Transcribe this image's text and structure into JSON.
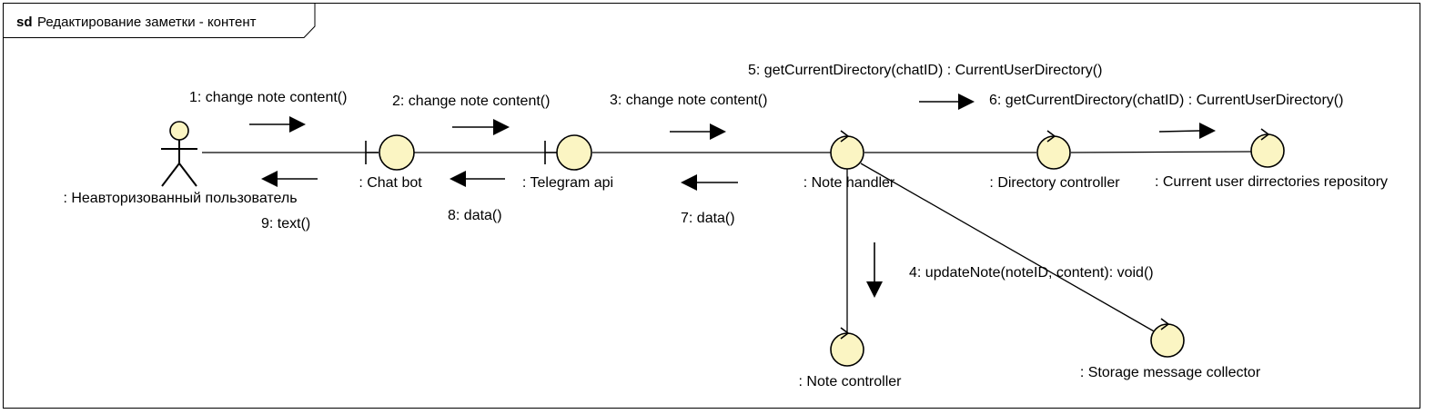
{
  "frame": {
    "keyword": "sd",
    "title": "Редактирование заметки - контент"
  },
  "lifelines": {
    "user": ": Неавторизованный пользователь",
    "chat_bot": ": Chat bot",
    "telegram_api": ": Telegram api",
    "note_handler": ": Note handler",
    "directory_controller": ": Directory controller",
    "current_user_dirs_repo": ": Current user dirrectories repository",
    "note_controller": ": Note controller",
    "storage_message_collector": ": Storage message collector"
  },
  "messages": {
    "m1": "1: change note content()",
    "m2": "2: change note content()",
    "m3": "3: change note content()",
    "m4": "4: updateNote(noteID, content): void()",
    "m5": "5: getCurrentDirectory(chatID) : CurrentUserDirectory()",
    "m6": "6: getCurrentDirectory(chatID) : CurrentUserDirectory()",
    "m7": "7: data()",
    "m8": "8: data()",
    "m9": "9: text()"
  },
  "colors": {
    "object_fill": "#fbf5c3",
    "stroke": "#000000",
    "background": "#ffffff"
  },
  "icons": {
    "actor": "stick-figure-actor-icon",
    "boundary": "boundary-icon",
    "control": "control-icon"
  }
}
